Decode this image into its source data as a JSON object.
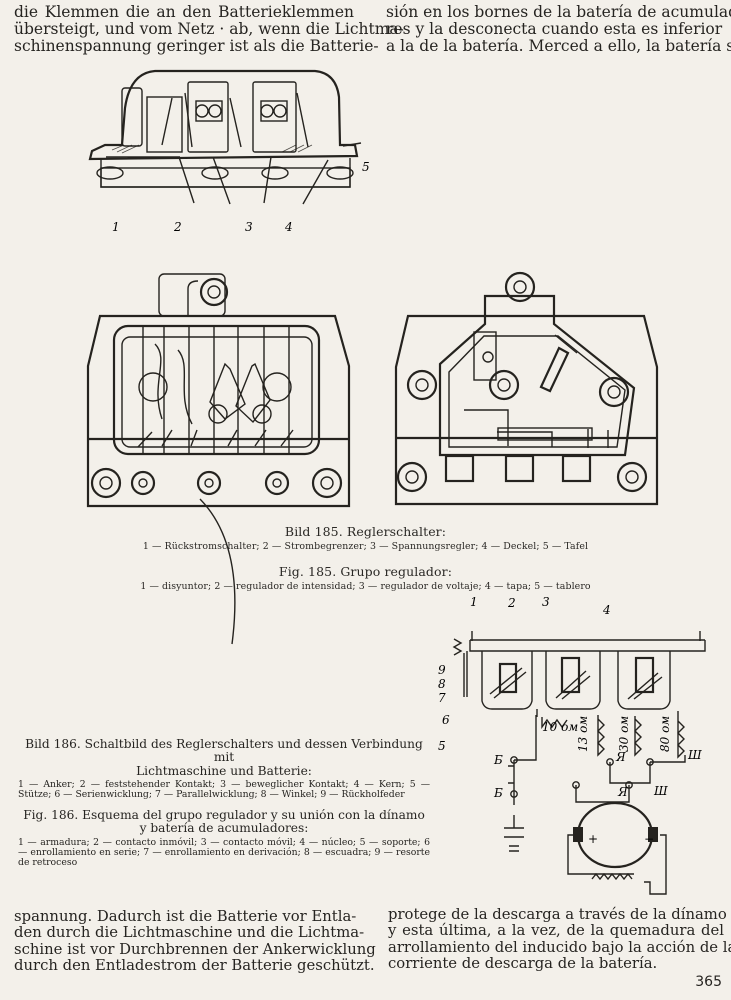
{
  "text": {
    "top_left_lines": [
      "die Klemmen die an den Batterieklemmen",
      "übersteigt, und vom Netz · ab, wenn die Lichtma-",
      "schinenspannung geringer ist als die Batterie-"
    ],
    "top_right_lines": [
      "sión en los bornes de la batería de acumulado-",
      "res y la desconecta cuando esta es inferior",
      "a la de la batería. Merced a ello, la batería se"
    ],
    "bottom_left_lines": [
      "spannung. Dadurch ist die Batterie vor Entla-",
      "den durch die Lichtmaschine und die Lichtma-",
      "schine ist vor Durchbrennen der Ankerwicklung",
      "durch den Entladestrom der Batterie geschützt."
    ],
    "bottom_right_lines": [
      "protege de la descarga a través de la dínamo",
      "y esta última, a la vez, de la quemadura del",
      "arrollamiento del inducido bajo la acción de la",
      "corriente de descarga de la batería."
    ],
    "page_number": "365"
  },
  "figure185": {
    "bild_title": "Bild 185. Reglerschalter:",
    "bild_legend": "1 — Rückstromschalter; 2 — Strombegrenzer; 3 — Spannungsregler; 4 — Deckel; 5 — Tafel",
    "fig_title": "Fig. 185. Grupo regulador:",
    "fig_legend": "1 — disyuntor; 2 — regulador de intensidad; 3 — regulador de voltaje; 4 — tapa; 5 — tablero",
    "labels": [
      "1",
      "2",
      "3",
      "4",
      "5"
    ]
  },
  "figure186": {
    "bild_title_line1": "Bild 186. Schaltbild des Reglerschalters und dessen Verbindung mit",
    "bild_title_line2": "Lichtmaschine und Batterie:",
    "bild_legend": "1 — Anker; 2 — feststehender Kontakt; 3 — beweglicher Kontakt; 4 — Kern; 5 — Stütze; 6 — Serienwicklung; 7 — Parallelwicklung; 8 — Winkel; 9 — Rückholfeder",
    "fig_title_line1": "Fig. 186. Esquema del grupo regulador y su unión con la dínamo",
    "fig_title_line2": "y batería de acumuladores:",
    "fig_legend": "1 — armadura; 2 — contacto inmóvil; 3 — contacto móvil; 4 — núcleo; 5 — soporte; 6 — enrollamiento en serie; 7 — enrollamiento en derivación; 8 — escuadra; 9 — resorte de retroceso",
    "labels": {
      "top": [
        "1",
        "2",
        "3",
        "4"
      ],
      "left": [
        "9",
        "8",
        "7",
        "6",
        "5"
      ],
      "resistances": [
        "10 ом",
        "13 ом",
        "30 ом",
        "80 ом"
      ],
      "terminals": [
        "Б",
        "Б",
        "Я",
        "Я",
        "Ш",
        "Ш"
      ],
      "polarity": [
        "+",
        "−"
      ]
    }
  }
}
